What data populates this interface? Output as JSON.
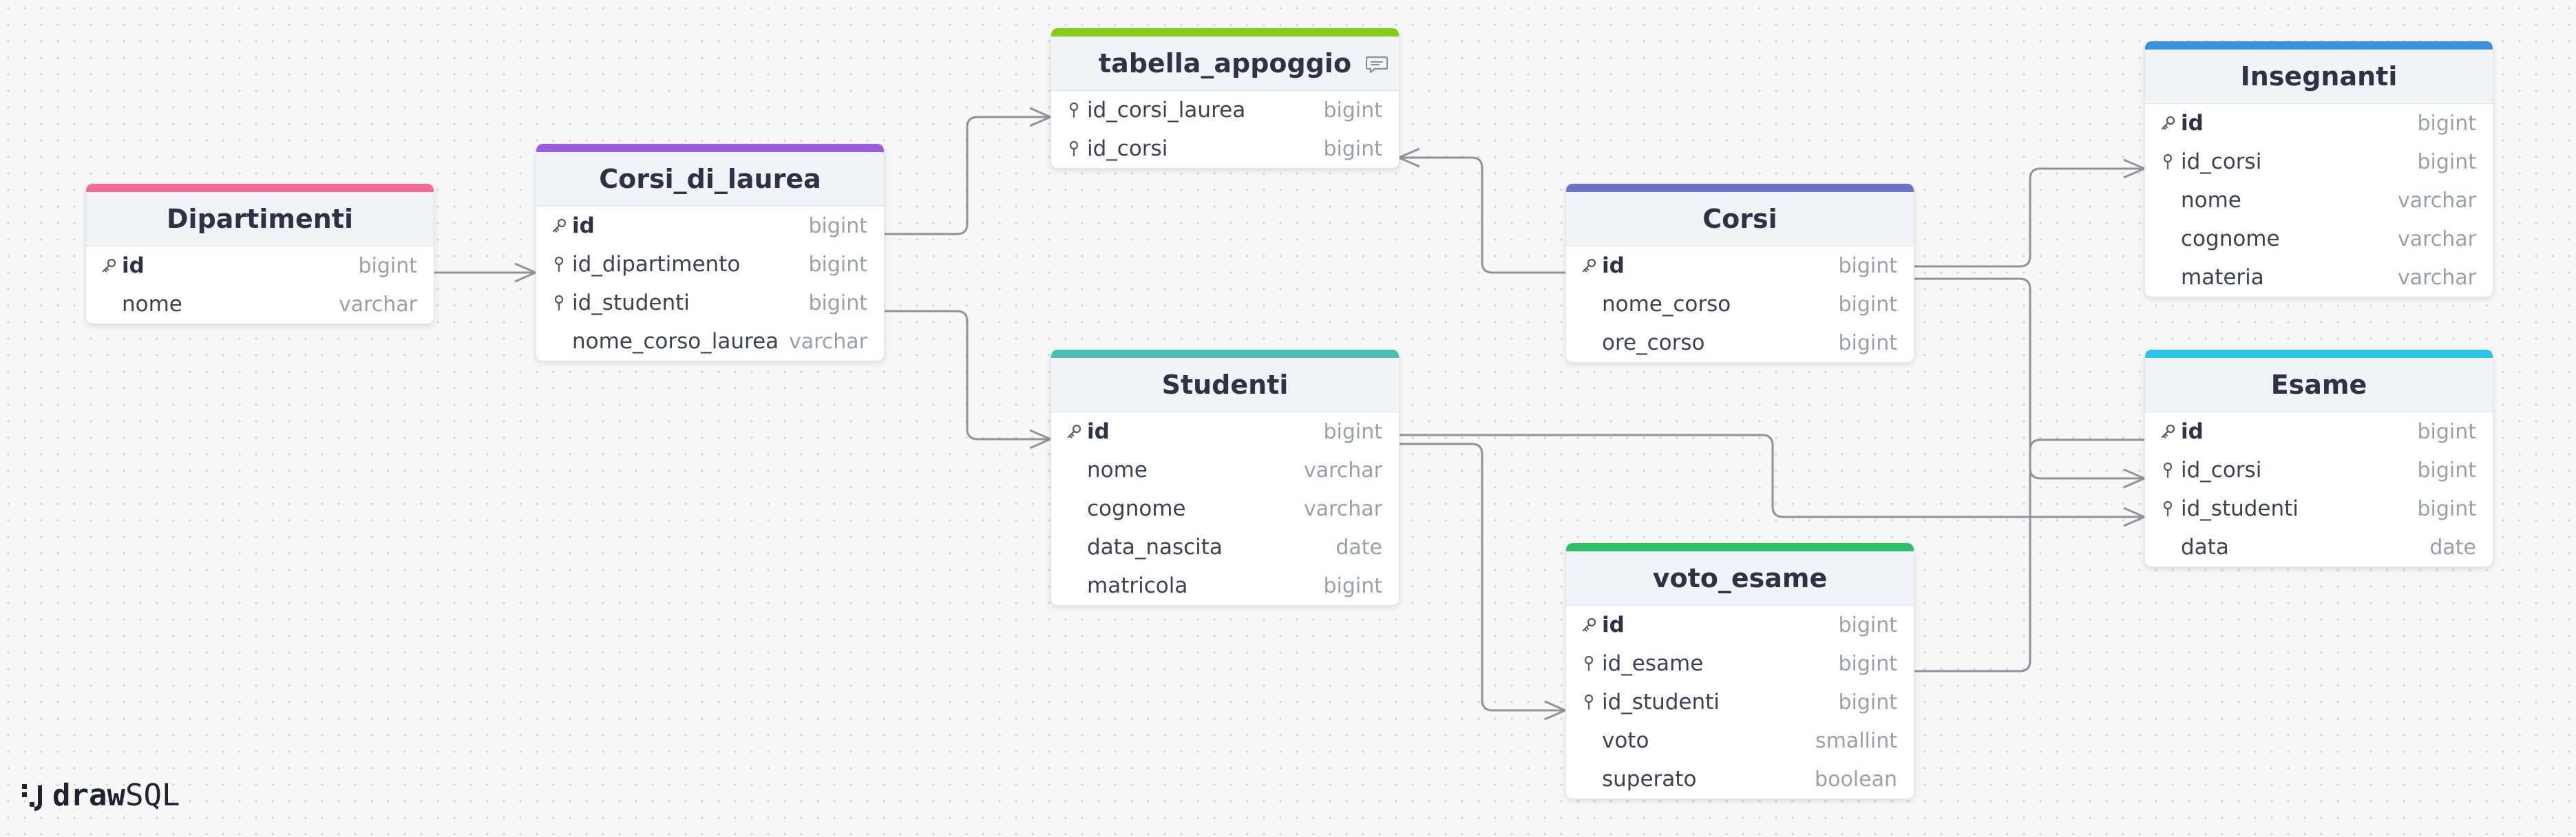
{
  "brand": {
    "name": "draw",
    "suffix": "SQL"
  },
  "tables": [
    {
      "key": "dipartimenti",
      "title": "Dipartimenti",
      "color": "#f36b9b",
      "columns": [
        {
          "name": "id",
          "type": "bigint",
          "icon": "key"
        },
        {
          "name": "nome",
          "type": "varchar",
          "icon": "none"
        }
      ]
    },
    {
      "key": "corsi_di_laurea",
      "title": "Corsi_di_laurea",
      "color": "#9a5ce0",
      "columns": [
        {
          "name": "id",
          "type": "bigint",
          "icon": "key"
        },
        {
          "name": "id_dipartimento",
          "type": "bigint",
          "icon": "fk"
        },
        {
          "name": "id_studenti",
          "type": "bigint",
          "icon": "fk"
        },
        {
          "name": "nome_corso_laurea",
          "type": "varchar",
          "icon": "none"
        }
      ]
    },
    {
      "key": "tabella_appoggio",
      "title": "tabella_appoggio",
      "color": "#84cc16",
      "has_comment": true,
      "columns": [
        {
          "name": "id_corsi_laurea",
          "type": "bigint",
          "icon": "fk"
        },
        {
          "name": "id_corsi",
          "type": "bigint",
          "icon": "fk"
        }
      ]
    },
    {
      "key": "studenti",
      "title": "Studenti",
      "color": "#4dbfae",
      "columns": [
        {
          "name": "id",
          "type": "bigint",
          "icon": "key"
        },
        {
          "name": "nome",
          "type": "varchar",
          "icon": "none"
        },
        {
          "name": "cognome",
          "type": "varchar",
          "icon": "none"
        },
        {
          "name": "data_nascita",
          "type": "date",
          "icon": "none"
        },
        {
          "name": "matricola",
          "type": "bigint",
          "icon": "none"
        }
      ]
    },
    {
      "key": "corsi",
      "title": "Corsi",
      "color": "#6b73c9",
      "columns": [
        {
          "name": "id",
          "type": "bigint",
          "icon": "key"
        },
        {
          "name": "nome_corso",
          "type": "bigint",
          "icon": "none"
        },
        {
          "name": "ore_corso",
          "type": "bigint",
          "icon": "none"
        }
      ]
    },
    {
      "key": "voto_esame",
      "title": "voto_esame",
      "color": "#2fbf6a",
      "columns": [
        {
          "name": "id",
          "type": "bigint",
          "icon": "key"
        },
        {
          "name": "id_esame",
          "type": "bigint",
          "icon": "fk"
        },
        {
          "name": "id_studenti",
          "type": "bigint",
          "icon": "fk"
        },
        {
          "name": "voto",
          "type": "smallint",
          "icon": "none"
        },
        {
          "name": "superato",
          "type": "boolean",
          "icon": "none"
        }
      ]
    },
    {
      "key": "insegnanti",
      "title": "Insegnanti",
      "color": "#3b8fdb",
      "columns": [
        {
          "name": "id",
          "type": "bigint",
          "icon": "key"
        },
        {
          "name": "id_corsi",
          "type": "bigint",
          "icon": "fk"
        },
        {
          "name": "nome",
          "type": "varchar",
          "icon": "none"
        },
        {
          "name": "cognome",
          "type": "varchar",
          "icon": "none"
        },
        {
          "name": "materia",
          "type": "varchar",
          "icon": "none"
        }
      ]
    },
    {
      "key": "esame",
      "title": "Esame",
      "color": "#2ec5e6",
      "columns": [
        {
          "name": "id",
          "type": "bigint",
          "icon": "key"
        },
        {
          "name": "id_corsi",
          "type": "bigint",
          "icon": "fk"
        },
        {
          "name": "id_studenti",
          "type": "bigint",
          "icon": "fk"
        },
        {
          "name": "data",
          "type": "date",
          "icon": "none"
        }
      ]
    }
  ],
  "relations": [
    {
      "from": "dipartimenti.id",
      "to": "corsi_di_laurea.id_dipartimento"
    },
    {
      "from": "corsi_di_laurea.id",
      "to": "tabella_appoggio.id_corsi_laurea"
    },
    {
      "from": "corsi.id",
      "to": "tabella_appoggio.id_corsi"
    },
    {
      "from": "corsi_di_laurea.id_studenti",
      "to": "studenti.id"
    },
    {
      "from": "corsi.id",
      "to": "insegnanti.id_corsi"
    },
    {
      "from": "corsi.id",
      "to": "esame.id_corsi"
    },
    {
      "from": "studenti.id",
      "to": "esame.id_studenti"
    },
    {
      "from": "studenti.id",
      "to": "voto_esame.id_studenti"
    },
    {
      "from": "voto_esame.id_esame",
      "to": "esame.id"
    }
  ]
}
